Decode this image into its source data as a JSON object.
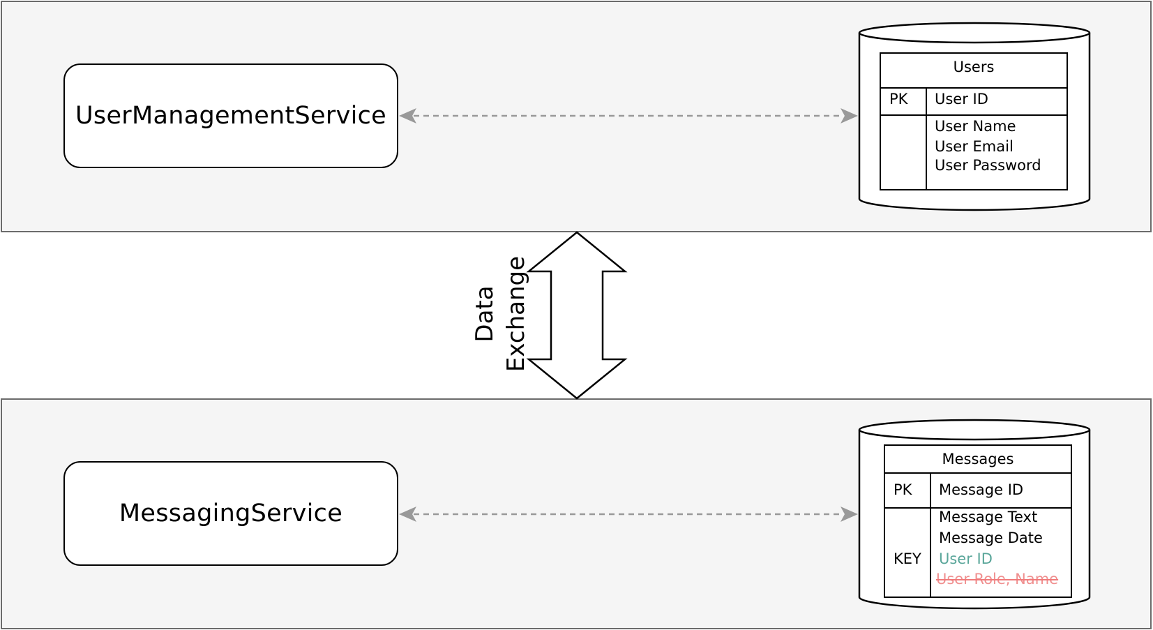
{
  "services": {
    "user": "UserManagementService",
    "messaging": "MessagingService"
  },
  "exchange": {
    "line1": "Data",
    "line2": "Exchange"
  },
  "users_table": {
    "title": "Users",
    "pk_label": "PK",
    "pk_field": "User ID",
    "fields": [
      "User Name",
      "User Email",
      "User Password"
    ]
  },
  "messages_table": {
    "title": "Messages",
    "pk_label": "PK",
    "pk_field": "Message ID",
    "key_label": "KEY",
    "fields": [
      "Message Text",
      "Message Date",
      "User ID",
      "User Role, Name"
    ]
  },
  "colors": {
    "band_fill": "#f5f5f5",
    "band_border": "#6b6b6b",
    "connector": "#999999",
    "foreign_key": "#5aa69a",
    "removed_field": "#f09090"
  }
}
